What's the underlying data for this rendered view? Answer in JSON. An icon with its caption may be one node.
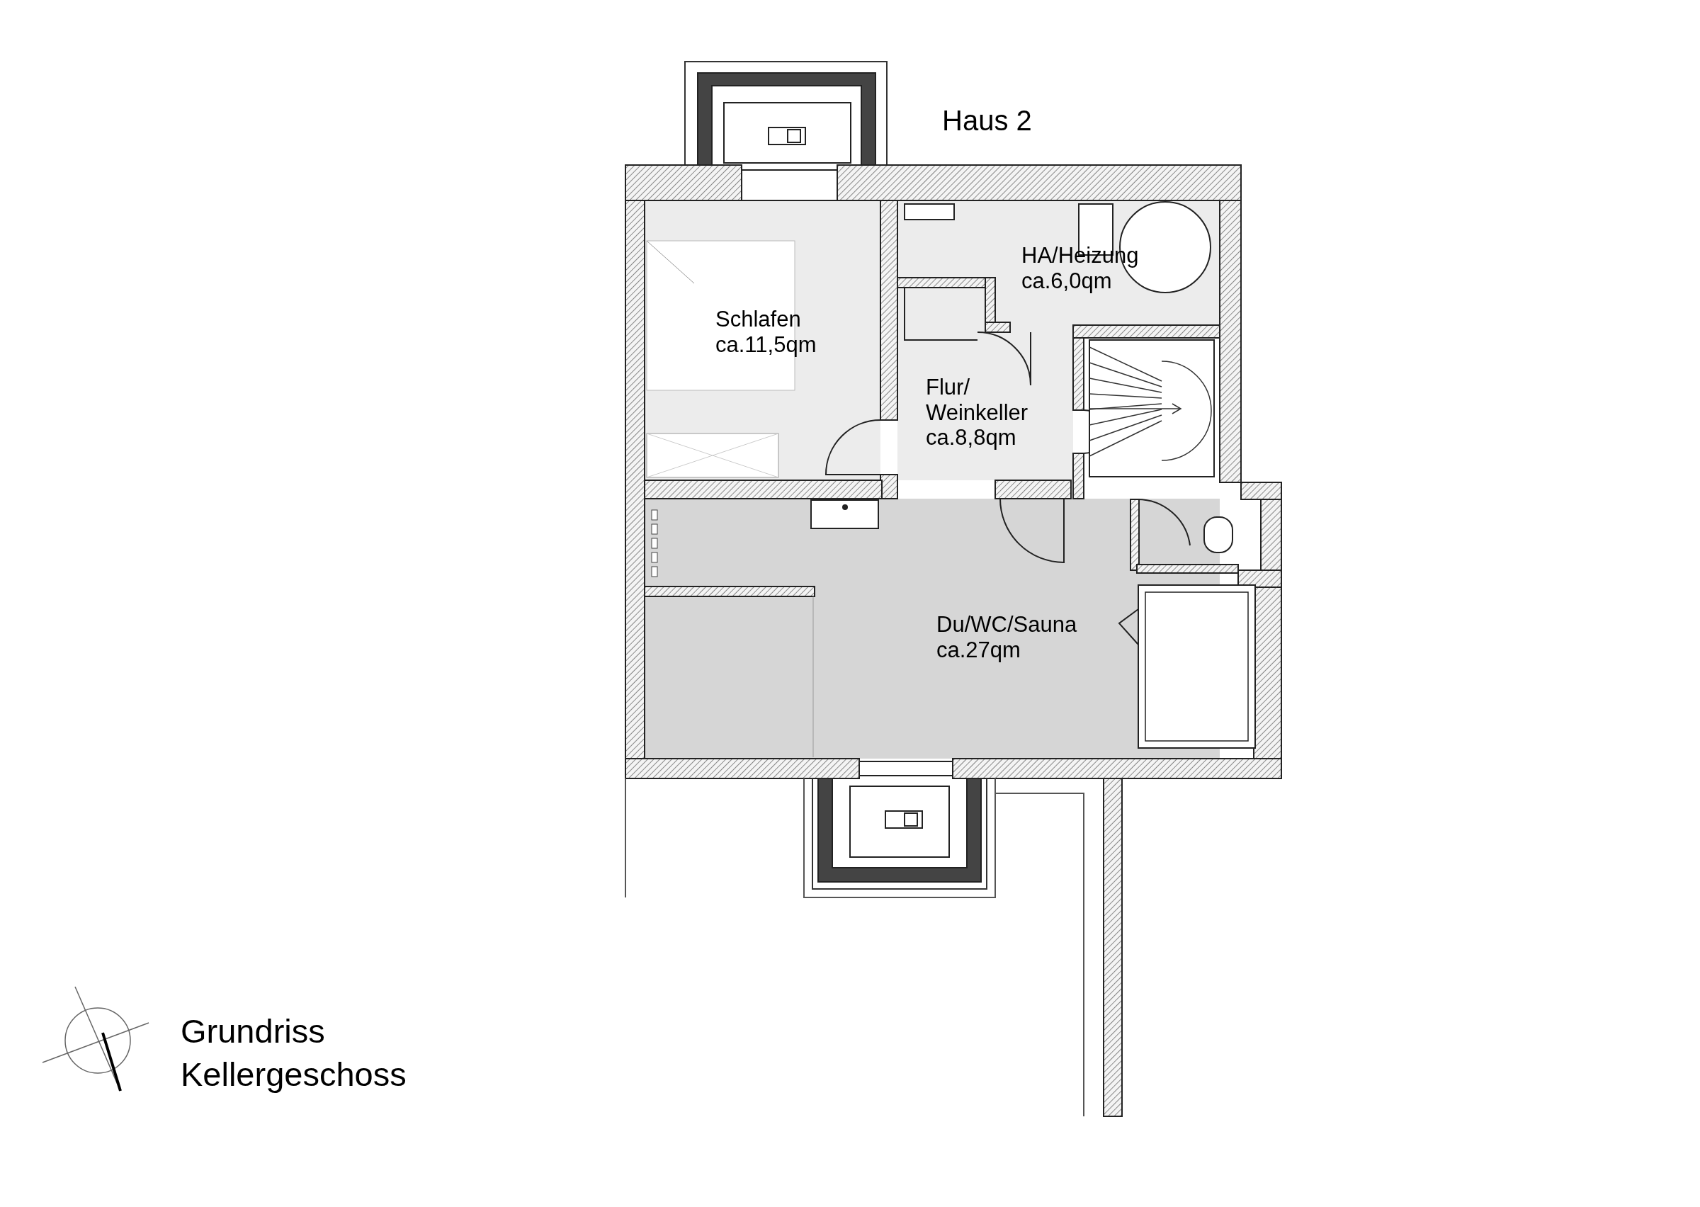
{
  "diagram": {
    "title": "Grundriss Kellergeschoss",
    "nodes": [
      {
        "text": [
          "Schlafen",
          "ca.11,5qm"
        ]
      },
      {
        "text": [
          "HA/Heizung",
          "ca.6,0qm"
        ]
      },
      {
        "text": [
          "Flur/ Weinkeller",
          "ca.8,8qm"
        ]
      },
      {
        "text": [
          "Du/WC/Sauna",
          "ca.27qm"
        ]
      }
    ],
    "labels": [
      "Haus 2"
    ]
  }
}
